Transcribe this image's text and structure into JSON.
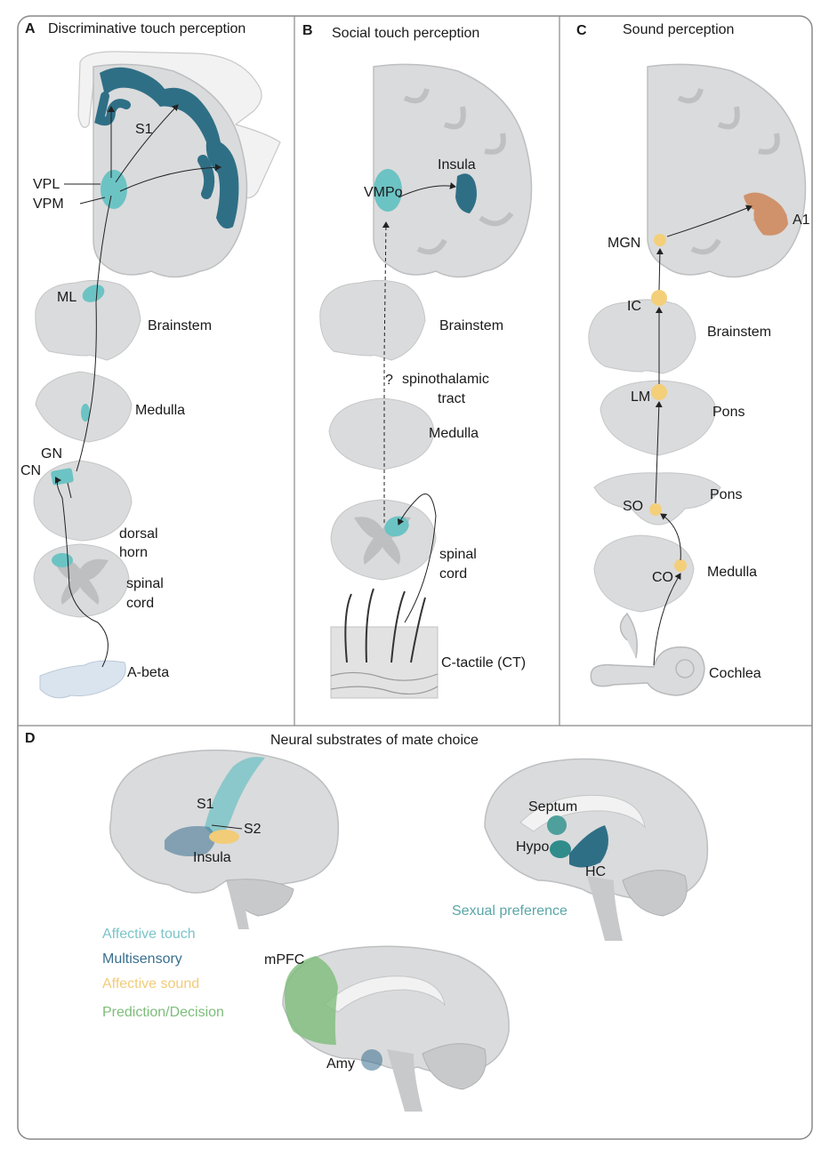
{
  "panels": {
    "a": {
      "letter": "A",
      "title": "Discriminative touch perception",
      "labels": {
        "s1": "S1",
        "vpl": "VPL",
        "vpm": "VPM",
        "ml": "ML",
        "brainstem": "Brainstem",
        "medulla": "Medulla",
        "gn": "GN",
        "cn": "CN",
        "dorsal": "dorsal",
        "horn": "horn",
        "spinal": "spinal",
        "cord": "cord",
        "abeta": "A-beta"
      }
    },
    "b": {
      "letter": "B",
      "title": "Social touch perception",
      "labels": {
        "insula": "Insula",
        "vmpo": "VMPo",
        "brainstem": "Brainstem",
        "q": "?",
        "spino1": "spinothalamic",
        "spino2": "tract",
        "medulla": "Medulla",
        "spinal": "spinal",
        "cord": "cord",
        "ct": "C-tactile (CT)"
      }
    },
    "c": {
      "letter": "C",
      "title": "Sound perception",
      "labels": {
        "mgn": "MGN",
        "a1": "A1",
        "ic": "IC",
        "brainstem": "Brainstem",
        "lm": "LM",
        "pons1": "Pons",
        "pons2": "Pons",
        "so": "SO",
        "co": "CO",
        "medulla": "Medulla",
        "cochlea": "Cochlea"
      }
    },
    "d": {
      "letter": "D",
      "title": "Neural substrates of mate choice",
      "labels": {
        "s1": "S1",
        "s2": "S2",
        "insula": "Insula",
        "septum": "Septum",
        "hypo": "Hypo",
        "hc": "HC",
        "sexual_pref": "Sexual preference",
        "mpfc": "mPFC",
        "amy": "Amy"
      },
      "legend": [
        {
          "label": "Affective touch",
          "color": "#7cc4c8"
        },
        {
          "label": "Multisensory",
          "color": "#3a6f8f"
        },
        {
          "label": "Affective sound",
          "color": "#f2cc78"
        },
        {
          "label": "Prediction/Decision",
          "color": "#7dbd7a"
        }
      ],
      "sexual_pref_color": "#5aa6a8"
    }
  },
  "colors": {
    "tissue": "#dadbdc",
    "tissue_dark": "#bdbfc1",
    "touch_pathway": "#2f6f86",
    "touch_light": "#6cc3c4",
    "sound_nucleus": "#f4cf7a",
    "a1": "#d0926b",
    "border": "#777777"
  }
}
